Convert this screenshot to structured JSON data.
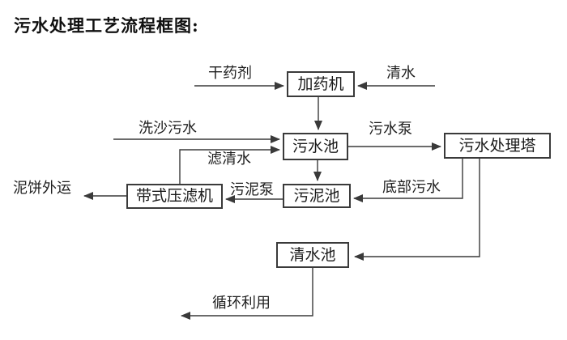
{
  "title": "污水处理工艺流程框图:",
  "diagram": {
    "type": "flowchart",
    "nodes": {
      "dosing_machine": {
        "label": "加药机"
      },
      "sewage_pool": {
        "label": "污水池"
      },
      "treatment_tower": {
        "label": "污水处理塔"
      },
      "belt_filter_press": {
        "label": "带式压滤机"
      },
      "sludge_pool": {
        "label": "污泥池"
      },
      "clear_water_pool": {
        "label": "清水池"
      }
    },
    "flow_labels": {
      "dry_agent": "干药剂",
      "clean_water": "清水",
      "sand_washing_sewage": "洗沙污水",
      "sewage_pump": "污水泵",
      "filtered_water": "滤清水",
      "mud_cake_outbound": "泥饼外运",
      "sludge_pump": "污泥泵",
      "bottom_sewage": "底部污水",
      "recycle_use": "循环利用"
    },
    "edges": [
      {
        "from": "干药剂",
        "to": "加药机",
        "label": "干药剂"
      },
      {
        "from": "清水",
        "to": "加药机",
        "label": "清水"
      },
      {
        "from": "加药机",
        "to": "污水池",
        "label": ""
      },
      {
        "from": "洗沙污水",
        "to": "污水池",
        "label": "洗沙污水"
      },
      {
        "from": "带式压滤机",
        "to": "污水池",
        "label": "滤清水"
      },
      {
        "from": "污水池",
        "to": "污水处理塔",
        "label": "污水泵"
      },
      {
        "from": "污水池",
        "to": "污泥池",
        "label": ""
      },
      {
        "from": "污水处理塔",
        "to": "污泥池",
        "label": "底部污水"
      },
      {
        "from": "污泥池",
        "to": "带式压滤机",
        "label": "污泥泵"
      },
      {
        "from": "带式压滤机",
        "to": "泥饼外运",
        "label": "泥饼外运"
      },
      {
        "from": "污水处理塔",
        "to": "清水池",
        "label": ""
      },
      {
        "from": "清水池",
        "to": "循环利用",
        "label": "循环利用"
      }
    ],
    "colors": {
      "line": "#3a3a3a",
      "text": "#1a1a1a",
      "background": "#ffffff"
    }
  }
}
